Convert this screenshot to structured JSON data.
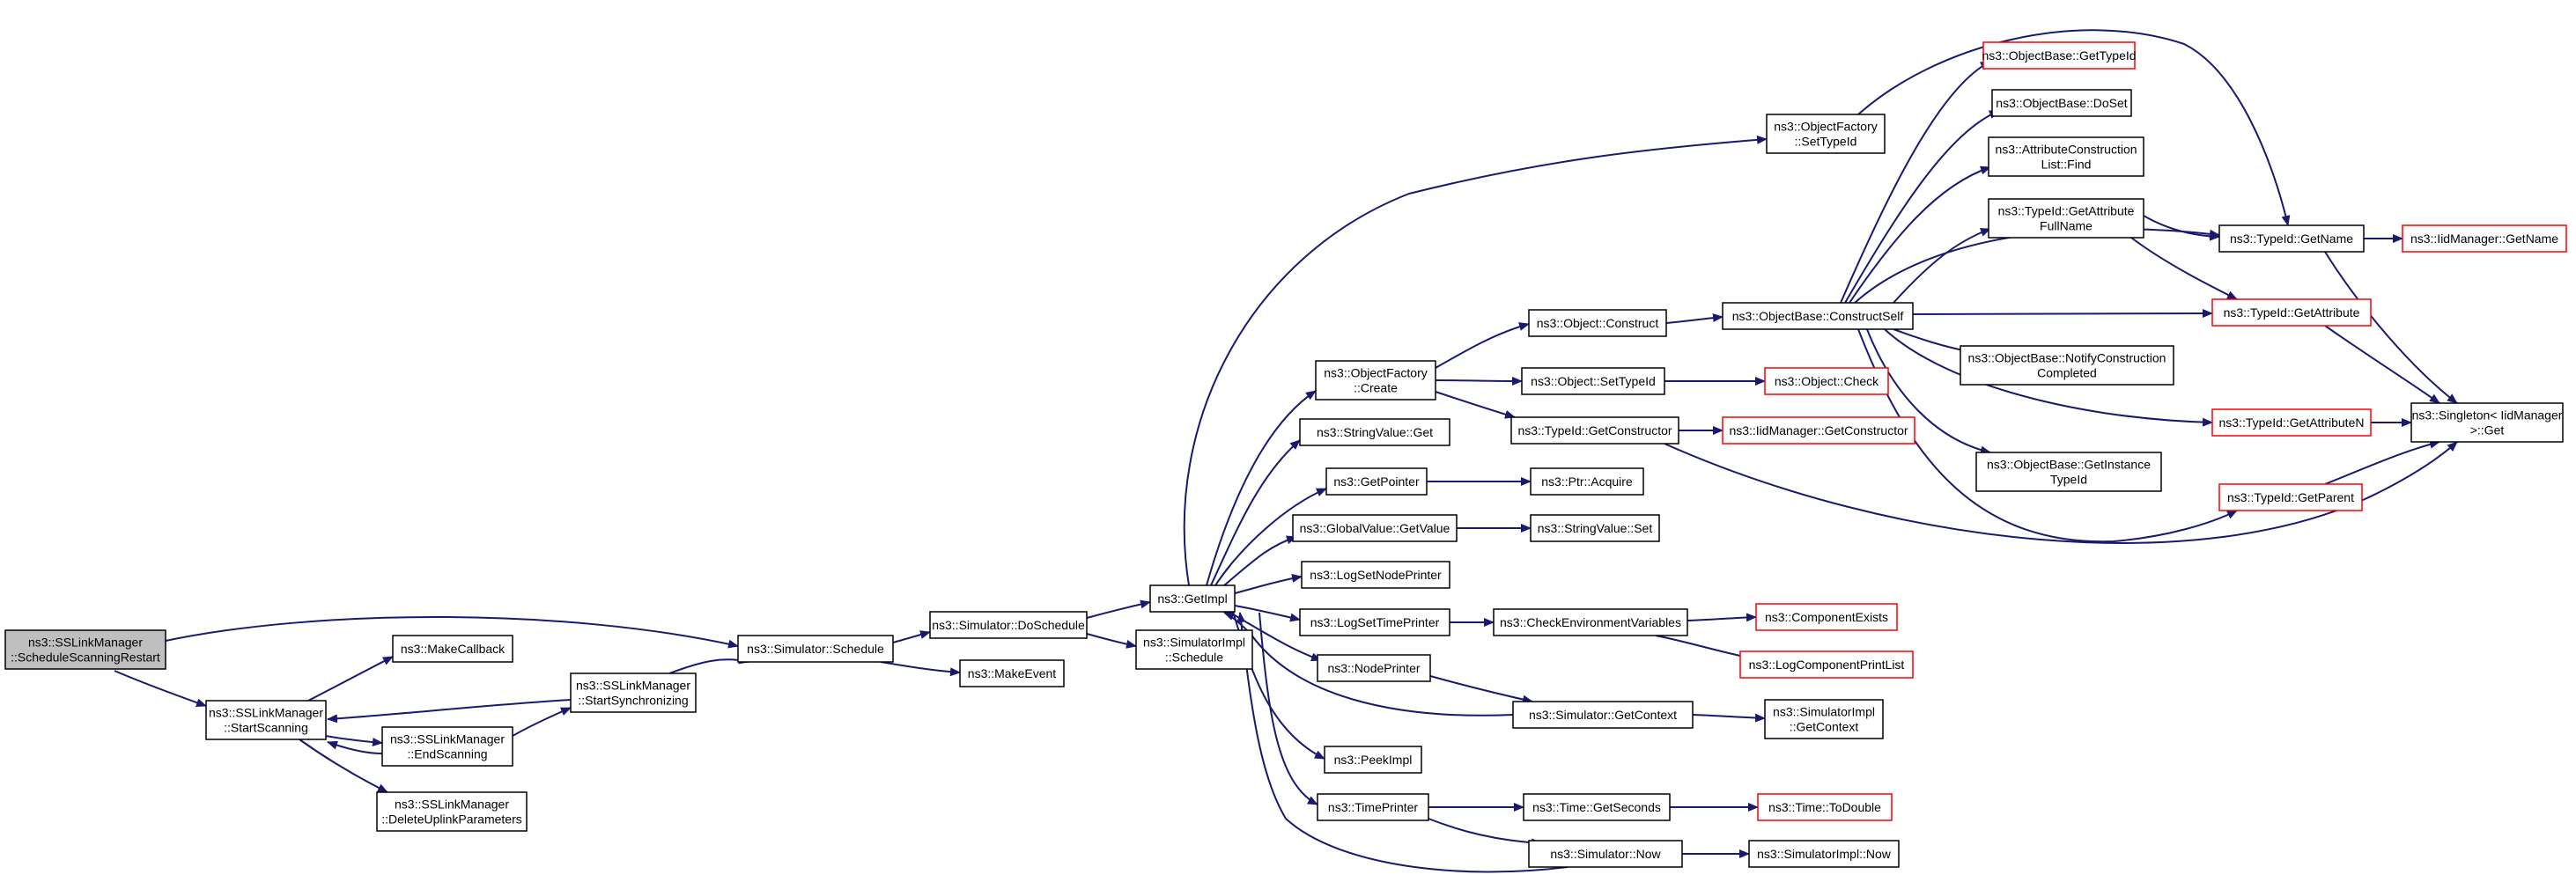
{
  "graph": {
    "type": "call-graph",
    "root": "n_root",
    "edge_color": "#191970",
    "node_border": "#000000",
    "truncated_border": "#ff0000",
    "root_fill": "#bfbfbf",
    "nodes": [
      {
        "id": "n_root",
        "lines": [
          "ns3::SSLinkManager",
          "::ScheduleScanningRestart"
        ],
        "style": "root"
      },
      {
        "id": "n_startscan",
        "lines": [
          "ns3::SSLinkManager",
          "::StartScanning"
        ],
        "style": "normal"
      },
      {
        "id": "n_makecb",
        "lines": [
          "ns3::MakeCallback"
        ],
        "style": "normal"
      },
      {
        "id": "n_endscan",
        "lines": [
          "ns3::SSLinkManager",
          "::EndScanning"
        ],
        "style": "normal"
      },
      {
        "id": "n_delup",
        "lines": [
          "ns3::SSLinkManager",
          "::DeleteUplinkParameters"
        ],
        "style": "normal"
      },
      {
        "id": "n_startsync",
        "lines": [
          "ns3::SSLinkManager",
          "::StartSynchronizing"
        ],
        "style": "normal"
      },
      {
        "id": "n_schedule",
        "lines": [
          "ns3::Simulator::Schedule"
        ],
        "style": "normal"
      },
      {
        "id": "n_doschedule",
        "lines": [
          "ns3::Simulator::DoSchedule"
        ],
        "style": "normal"
      },
      {
        "id": "n_makeevent",
        "lines": [
          "ns3::MakeEvent"
        ],
        "style": "normal"
      },
      {
        "id": "n_getimpl",
        "lines": [
          "ns3::GetImpl"
        ],
        "style": "normal"
      },
      {
        "id": "n_simimplsched",
        "lines": [
          "ns3::SimulatorImpl",
          "::Schedule"
        ],
        "style": "normal"
      },
      {
        "id": "n_ofcreate",
        "lines": [
          "ns3::ObjectFactory",
          "::Create"
        ],
        "style": "normal"
      },
      {
        "id": "n_strget",
        "lines": [
          "ns3::StringValue::Get"
        ],
        "style": "normal"
      },
      {
        "id": "n_getpointer",
        "lines": [
          "ns3::GetPointer"
        ],
        "style": "normal"
      },
      {
        "id": "n_gvgetvalue",
        "lines": [
          "ns3::GlobalValue::GetValue"
        ],
        "style": "normal"
      },
      {
        "id": "n_logsetnode",
        "lines": [
          "ns3::LogSetNodePrinter"
        ],
        "style": "normal"
      },
      {
        "id": "n_logsettime",
        "lines": [
          "ns3::LogSetTimePrinter"
        ],
        "style": "normal"
      },
      {
        "id": "n_nodeprinter",
        "lines": [
          "ns3::NodePrinter"
        ],
        "style": "normal"
      },
      {
        "id": "n_peekimpl",
        "lines": [
          "ns3::PeekImpl"
        ],
        "style": "normal"
      },
      {
        "id": "n_timeprinter",
        "lines": [
          "ns3::TimePrinter"
        ],
        "style": "normal"
      },
      {
        "id": "n_ofsettypeid",
        "lines": [
          "ns3::ObjectFactory",
          "::SetTypeId"
        ],
        "style": "normal"
      },
      {
        "id": "n_objconstruct",
        "lines": [
          "ns3::Object::Construct"
        ],
        "style": "normal"
      },
      {
        "id": "n_objsettypeid",
        "lines": [
          "ns3::Object::SetTypeId"
        ],
        "style": "normal"
      },
      {
        "id": "n_typegetctor",
        "lines": [
          "ns3::TypeId::GetConstructor"
        ],
        "style": "normal"
      },
      {
        "id": "n_ptracquire",
        "lines": [
          "ns3::Ptr::Acquire"
        ],
        "style": "normal"
      },
      {
        "id": "n_strset",
        "lines": [
          "ns3::StringValue::Set"
        ],
        "style": "normal"
      },
      {
        "id": "n_checkenv",
        "lines": [
          "ns3::CheckEnvironmentVariables"
        ],
        "style": "normal"
      },
      {
        "id": "n_simgetctx",
        "lines": [
          "ns3::Simulator::GetContext"
        ],
        "style": "normal"
      },
      {
        "id": "n_timegetsec",
        "lines": [
          "ns3::Time::GetSeconds"
        ],
        "style": "normal"
      },
      {
        "id": "n_simnow",
        "lines": [
          "ns3::Simulator::Now"
        ],
        "style": "normal"
      },
      {
        "id": "n_obconstructself",
        "lines": [
          "ns3::ObjectBase::ConstructSelf"
        ],
        "style": "normal"
      },
      {
        "id": "n_objcheck",
        "lines": [
          "ns3::Object::Check"
        ],
        "style": "truncated"
      },
      {
        "id": "n_iidgetctor",
        "lines": [
          "ns3::IidManager::GetConstructor"
        ],
        "style": "truncated"
      },
      {
        "id": "n_compexists",
        "lines": [
          "ns3::ComponentExists"
        ],
        "style": "truncated"
      },
      {
        "id": "n_logcomplist",
        "lines": [
          "ns3::LogComponentPrintList"
        ],
        "style": "truncated"
      },
      {
        "id": "n_simimplgetctx",
        "lines": [
          "ns3::SimulatorImpl",
          "::GetContext"
        ],
        "style": "normal"
      },
      {
        "id": "n_timetodouble",
        "lines": [
          "ns3::Time::ToDouble"
        ],
        "style": "truncated"
      },
      {
        "id": "n_simimplnow",
        "lines": [
          "ns3::SimulatorImpl::Now"
        ],
        "style": "normal"
      },
      {
        "id": "n_obgettypeid",
        "lines": [
          "ns3::ObjectBase::GetTypeId"
        ],
        "style": "truncated"
      },
      {
        "id": "n_obdoset",
        "lines": [
          "ns3::ObjectBase::DoSet"
        ],
        "style": "normal"
      },
      {
        "id": "n_attrconstlist",
        "lines": [
          "ns3::AttributeConstruction",
          "List::Find"
        ],
        "style": "normal"
      },
      {
        "id": "n_typegetattrfull",
        "lines": [
          "ns3::TypeId::GetAttribute",
          "FullName"
        ],
        "style": "normal"
      },
      {
        "id": "n_obnotify",
        "lines": [
          "ns3::ObjectBase::NotifyConstruction",
          "Completed"
        ],
        "style": "normal"
      },
      {
        "id": "n_obgetinst",
        "lines": [
          "ns3::ObjectBase::GetInstance",
          "TypeId"
        ],
        "style": "normal"
      },
      {
        "id": "n_typegetname",
        "lines": [
          "ns3::TypeId::GetName"
        ],
        "style": "normal"
      },
      {
        "id": "n_typegetattr",
        "lines": [
          "ns3::TypeId::GetAttribute"
        ],
        "style": "truncated"
      },
      {
        "id": "n_typegetattrn",
        "lines": [
          "ns3::TypeId::GetAttributeN"
        ],
        "style": "truncated"
      },
      {
        "id": "n_typegetparent",
        "lines": [
          "ns3::TypeId::GetParent"
        ],
        "style": "truncated"
      },
      {
        "id": "n_iidgetname",
        "lines": [
          "ns3::IidManager::GetName"
        ],
        "style": "truncated"
      },
      {
        "id": "n_singleton",
        "lines": [
          "ns3::Singleton< IidManager",
          " >::Get"
        ],
        "style": "normal"
      }
    ],
    "edges": [
      [
        "n_root",
        "n_startscan"
      ],
      [
        "n_root",
        "n_schedule"
      ],
      [
        "n_startscan",
        "n_makecb"
      ],
      [
        "n_startscan",
        "n_endscan"
      ],
      [
        "n_startscan",
        "n_delup"
      ],
      [
        "n_endscan",
        "n_startscan"
      ],
      [
        "n_endscan",
        "n_startsync"
      ],
      [
        "n_startsync",
        "n_startscan"
      ],
      [
        "n_startsync",
        "n_schedule"
      ],
      [
        "n_schedule",
        "n_doschedule"
      ],
      [
        "n_schedule",
        "n_makeevent"
      ],
      [
        "n_doschedule",
        "n_getimpl"
      ],
      [
        "n_doschedule",
        "n_simimplsched"
      ],
      [
        "n_getimpl",
        "n_ofsettypeid"
      ],
      [
        "n_getimpl",
        "n_ofcreate"
      ],
      [
        "n_getimpl",
        "n_strget"
      ],
      [
        "n_getimpl",
        "n_getpointer"
      ],
      [
        "n_getimpl",
        "n_gvgetvalue"
      ],
      [
        "n_getimpl",
        "n_logsetnode"
      ],
      [
        "n_getimpl",
        "n_logsettime"
      ],
      [
        "n_getimpl",
        "n_nodeprinter"
      ],
      [
        "n_getimpl",
        "n_peekimpl"
      ],
      [
        "n_getimpl",
        "n_timeprinter"
      ],
      [
        "n_ofcreate",
        "n_objconstruct"
      ],
      [
        "n_ofcreate",
        "n_objsettypeid"
      ],
      [
        "n_ofcreate",
        "n_typegetctor"
      ],
      [
        "n_getpointer",
        "n_ptracquire"
      ],
      [
        "n_gvgetvalue",
        "n_strset"
      ],
      [
        "n_logsettime",
        "n_checkenv"
      ],
      [
        "n_nodeprinter",
        "n_simgetctx"
      ],
      [
        "n_simgetctx",
        "n_getimpl"
      ],
      [
        "n_simgetctx",
        "n_simimplgetctx"
      ],
      [
        "n_timeprinter",
        "n_timegetsec"
      ],
      [
        "n_timeprinter",
        "n_simnow"
      ],
      [
        "n_simnow",
        "n_getimpl"
      ],
      [
        "n_simnow",
        "n_simimplnow"
      ],
      [
        "n_timegetsec",
        "n_timetodouble"
      ],
      [
        "n_checkenv",
        "n_compexists"
      ],
      [
        "n_checkenv",
        "n_logcomplist"
      ],
      [
        "n_objconstruct",
        "n_obconstructself"
      ],
      [
        "n_objsettypeid",
        "n_objcheck"
      ],
      [
        "n_typegetctor",
        "n_iidgetctor"
      ],
      [
        "n_typegetctor",
        "n_singleton"
      ],
      [
        "n_ofsettypeid",
        "n_typegetname"
      ],
      [
        "n_obconstructself",
        "n_obgettypeid"
      ],
      [
        "n_obconstructself",
        "n_obdoset"
      ],
      [
        "n_obconstructself",
        "n_attrconstlist"
      ],
      [
        "n_obconstructself",
        "n_typegetname"
      ],
      [
        "n_obconstructself",
        "n_typegetattrfull"
      ],
      [
        "n_obconstructself",
        "n_typegetattr"
      ],
      [
        "n_obconstructself",
        "n_obnotify"
      ],
      [
        "n_obconstructself",
        "n_typegetattrn"
      ],
      [
        "n_obconstructself",
        "n_obgetinst"
      ],
      [
        "n_obconstructself",
        "n_typegetparent"
      ],
      [
        "n_typegetattrfull",
        "n_typegetname"
      ],
      [
        "n_typegetattrfull",
        "n_typegetattr"
      ],
      [
        "n_typegetname",
        "n_iidgetname"
      ],
      [
        "n_typegetname",
        "n_singleton"
      ],
      [
        "n_typegetattr",
        "n_singleton"
      ],
      [
        "n_typegetattrn",
        "n_singleton"
      ],
      [
        "n_typegetparent",
        "n_singleton"
      ]
    ]
  }
}
